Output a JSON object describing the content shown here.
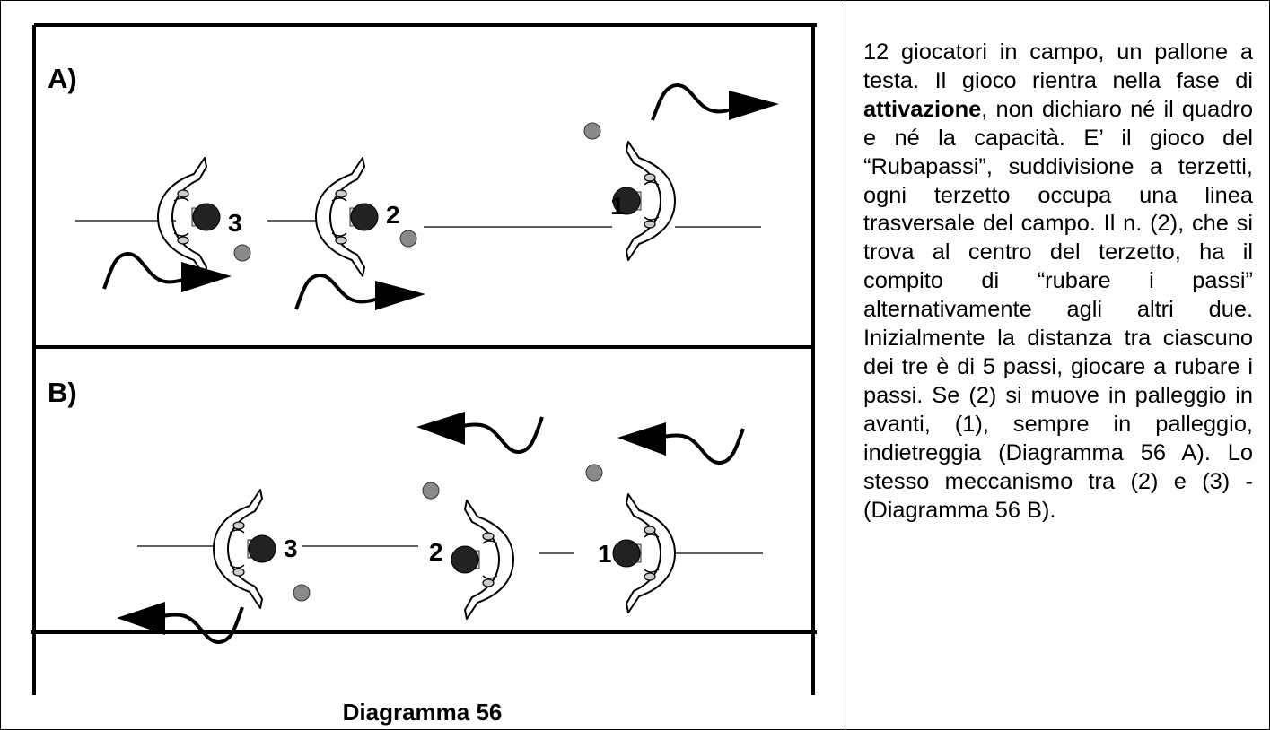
{
  "diagram": {
    "panel_a_label": "A)",
    "panel_b_label": "B)",
    "caption": "Diagramma 56",
    "panel_a_players": [
      "3",
      "2",
      "1"
    ],
    "panel_b_players": [
      "3",
      "2",
      "1"
    ]
  },
  "description": {
    "part1": "12 giocatori in campo, un pallone a testa. Il gioco rientra nella fase di ",
    "bold_word": "attivazione",
    "part2": ", non dichiaro né il quadro e né la capacità. E’ il gioco del “Rubapassi”, suddivisione a terzetti, ogni terzetto occupa una linea trasversale del campo. Il n. (2), che si trova al centro del terzetto, ha il compito di “rubare i passi” alternativamente agli altri due. Inizialmente la distanza tra ciascuno dei tre è di 5 passi, giocare a rubare i passi. Se (2) si muove in palleggio in avanti, (1), sempre in palleggio, indietreggia (Diagramma 56 A). Lo stesso meccanismo tra (2) e (3) - (Diagramma 56 B)."
  },
  "colors": {
    "ball": "#8a8a8a",
    "ink": "#000000"
  }
}
